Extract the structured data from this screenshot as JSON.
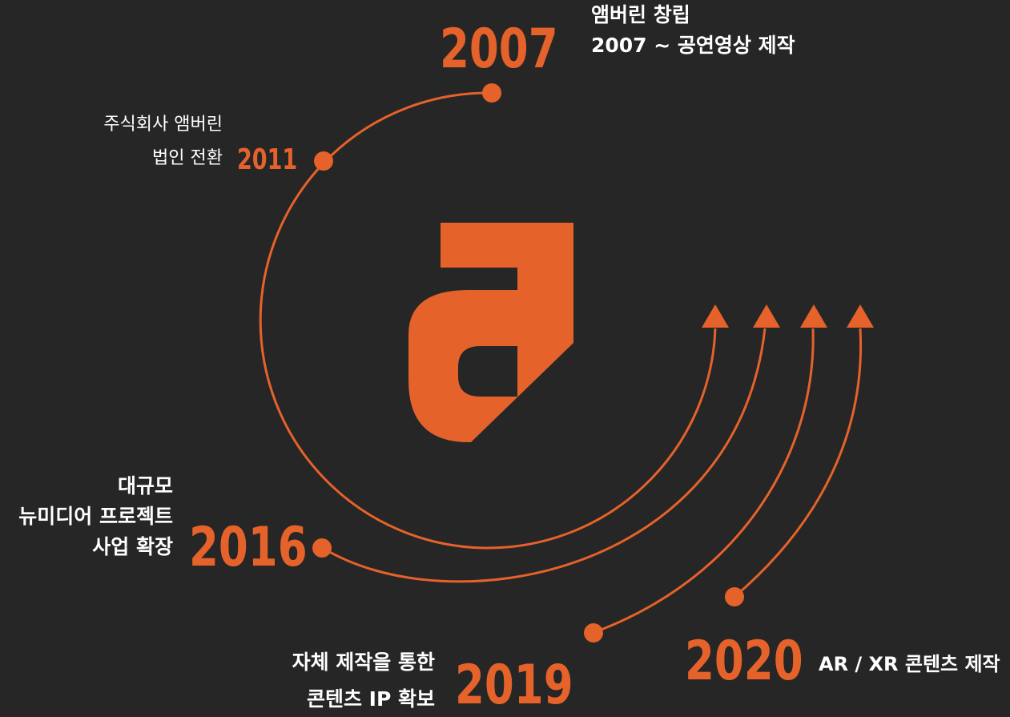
{
  "colors": {
    "background": "#262626",
    "accent": "#E5622A",
    "text": "#ffffff"
  },
  "logo": {
    "icon": "letter-a-logo-icon"
  },
  "milestones": {
    "m2007": {
      "year": "2007",
      "line1": "앰버린 창립",
      "line2": "2007 ~ 공연영상 제작"
    },
    "m2011": {
      "year": "2011",
      "line1": "주식회사 앰버린",
      "line2": "법인 전환"
    },
    "m2016": {
      "year": "2016",
      "line1": "대규모",
      "line2": "뉴미디어 프로젝트",
      "line3": "사업 확장"
    },
    "m2019": {
      "year": "2019",
      "line1": "자체 제작을 통한",
      "line2": "콘텐츠 IP 확보"
    },
    "m2020": {
      "year": "2020",
      "line1": "AR / XR 콘텐츠 제작"
    }
  }
}
